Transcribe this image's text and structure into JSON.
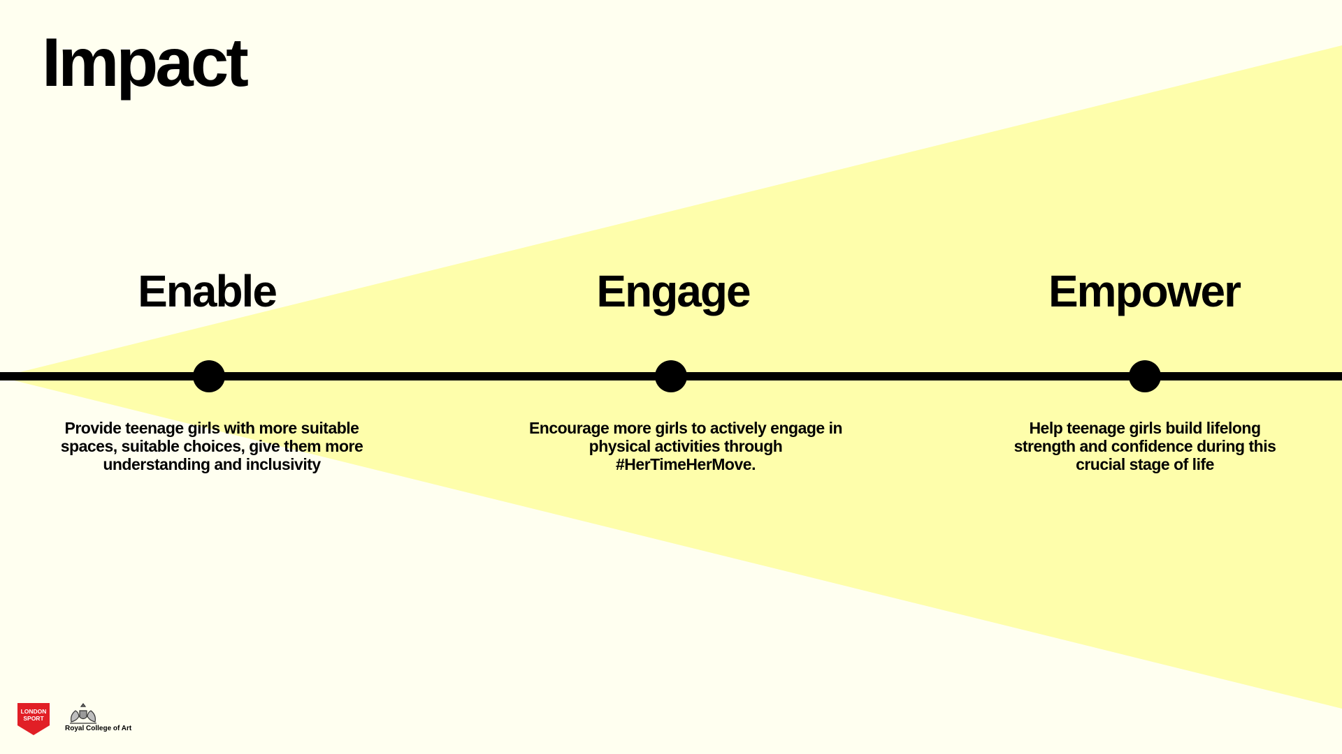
{
  "slide": {
    "title": "Impact"
  },
  "stages": [
    {
      "title": "Enable",
      "description": "Provide teenage girls with more suitable spaces, suitable choices, give them more understanding and inclusivity"
    },
    {
      "title": "Engage",
      "description": "Encourage more girls to actively engage in physical activities through #HerTimeHerMove."
    },
    {
      "title": "Empower",
      "description": "Help teenage girls build lifelong strength and confidence during this crucial stage of life"
    }
  ],
  "logos": {
    "london_sport_line1": "LONDON",
    "london_sport_line2": "SPORT",
    "rca": "Royal College of Art"
  },
  "colors": {
    "background": "#fffff0",
    "beam": "#fefeab",
    "timeline": "#000000",
    "london_sport_red": "#e11f26"
  }
}
